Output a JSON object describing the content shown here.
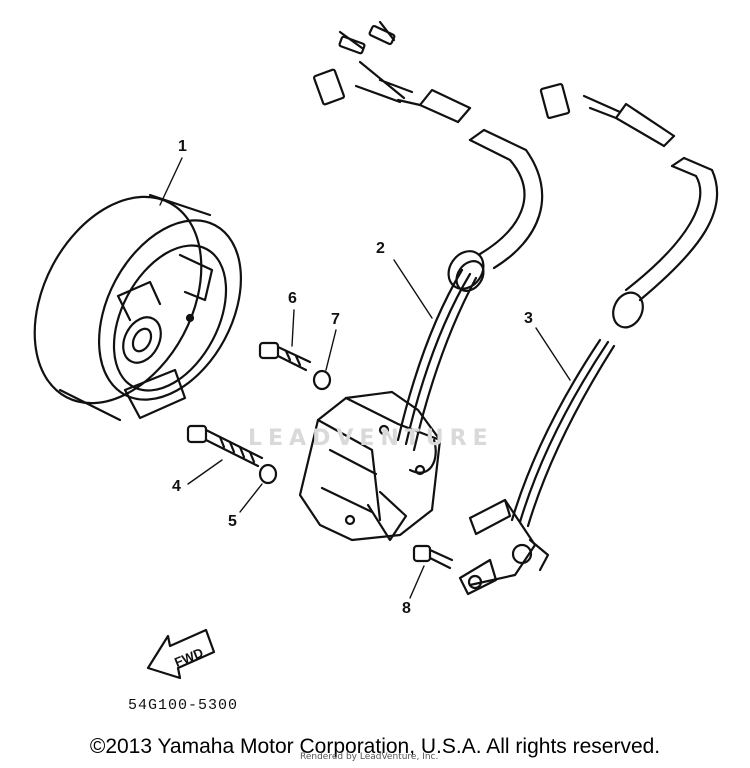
{
  "diagram": {
    "parts": [
      {
        "label": "1"
      },
      {
        "label": "2"
      },
      {
        "label": "3"
      },
      {
        "label": "4"
      },
      {
        "label": "5"
      },
      {
        "label": "6"
      },
      {
        "label": "7"
      },
      {
        "label": "8"
      }
    ],
    "fwd_text": "FWD",
    "watermark": "LEADVENTURE",
    "part_number": "54G100-5300"
  },
  "footer": {
    "copyright": "©2013 Yamaha Motor Corporation, U.S.A. All rights reserved.",
    "rendered_by": "Rendered by LeadVenture, Inc."
  }
}
